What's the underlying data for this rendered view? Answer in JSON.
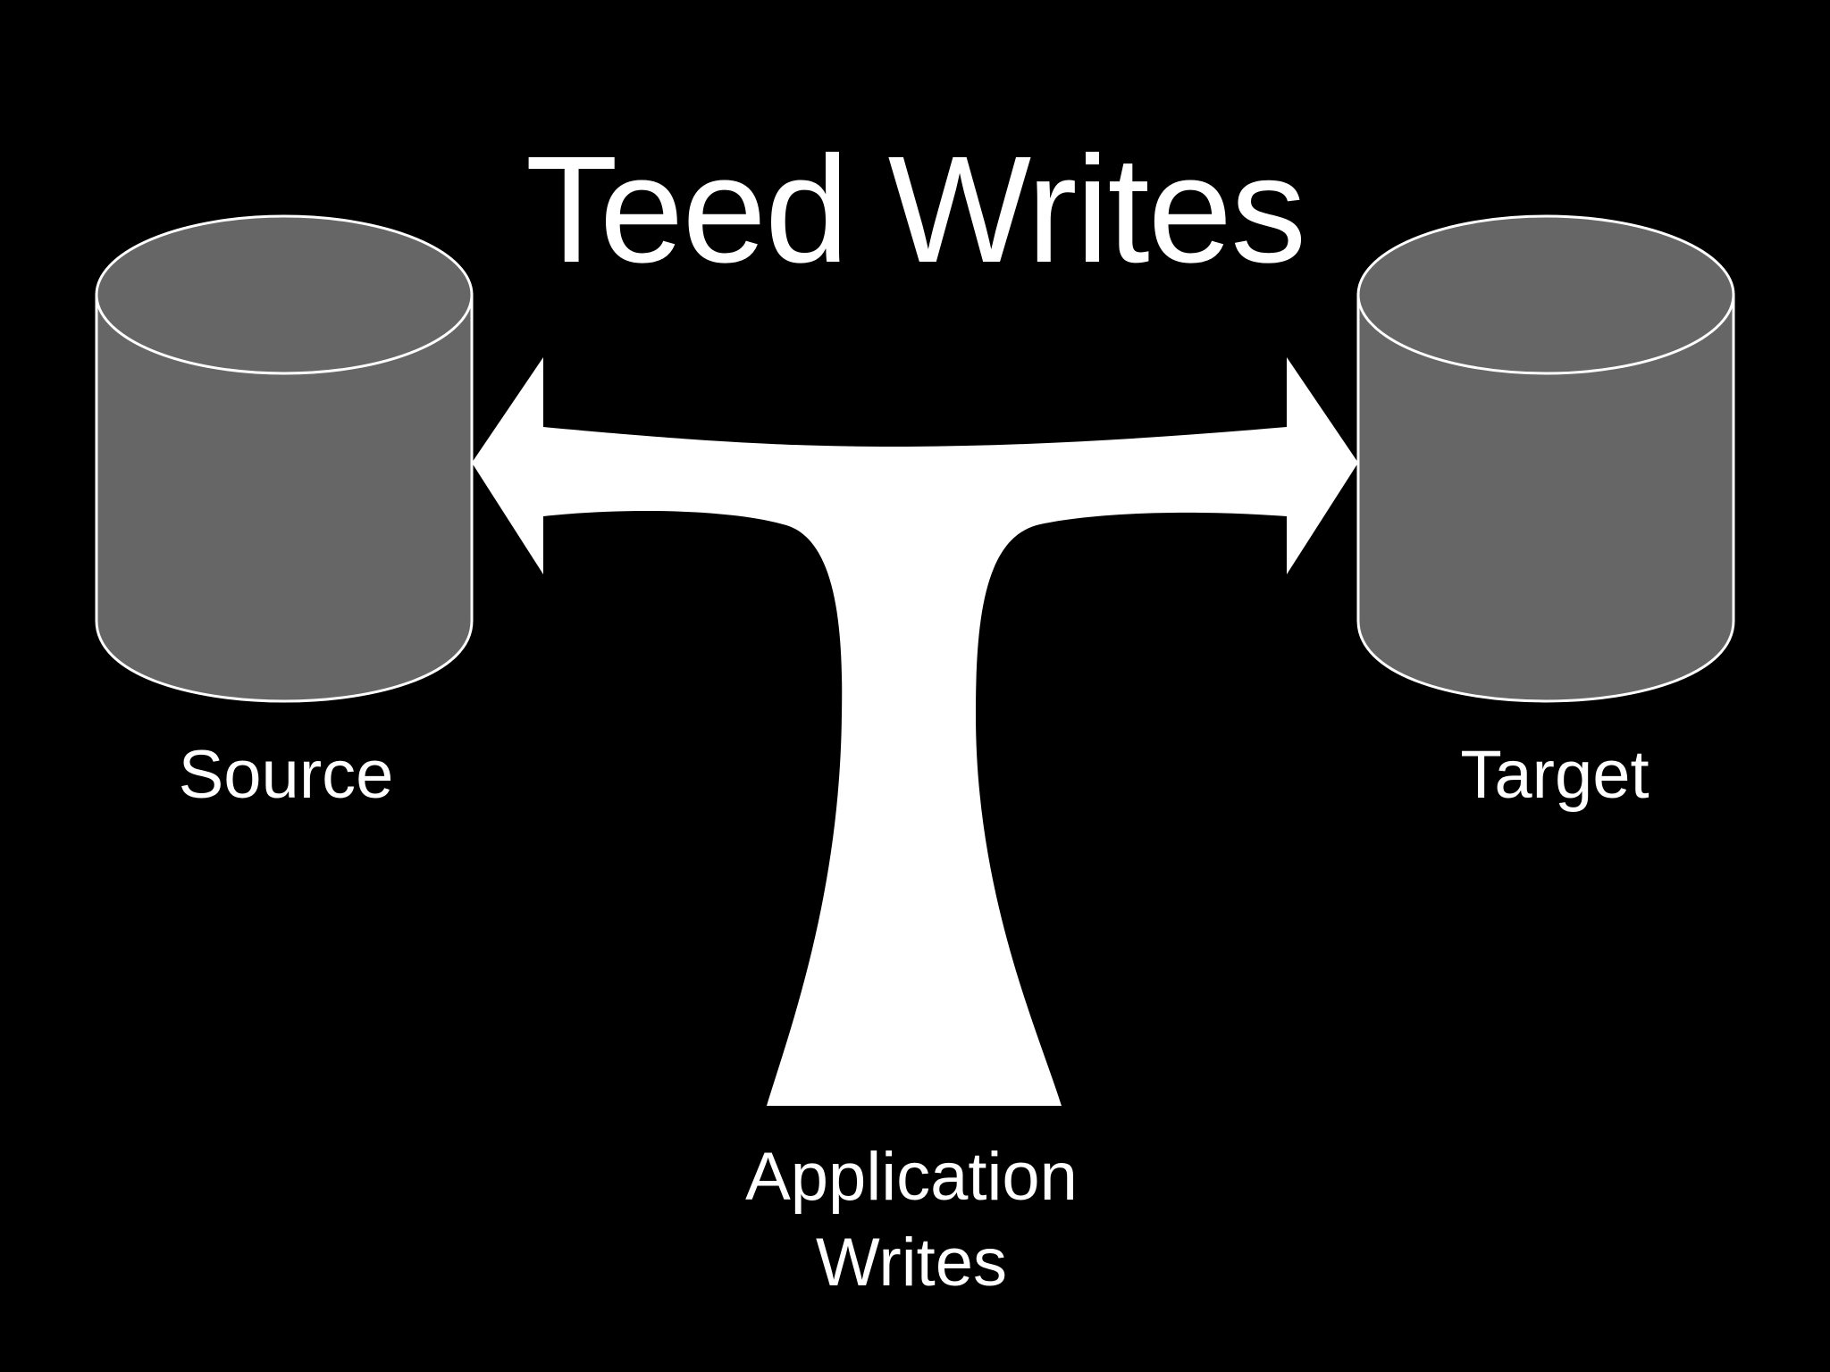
{
  "title": "Teed Writes",
  "nodes": {
    "source": {
      "label": "Source",
      "shape": "cylinder"
    },
    "target": {
      "label": "Target",
      "shape": "cylinder"
    },
    "application": {
      "label_line1": "Application",
      "label_line2": "Writes"
    }
  },
  "edges": [
    {
      "from": "application",
      "to": "source",
      "style": "arrow"
    },
    {
      "from": "application",
      "to": "target",
      "style": "arrow"
    }
  ],
  "colors": {
    "background": "#000000",
    "cylinder_fill": "#666666",
    "cylinder_stroke": "#ffffff",
    "arrow_fill": "#ffffff",
    "text": "#ffffff"
  }
}
